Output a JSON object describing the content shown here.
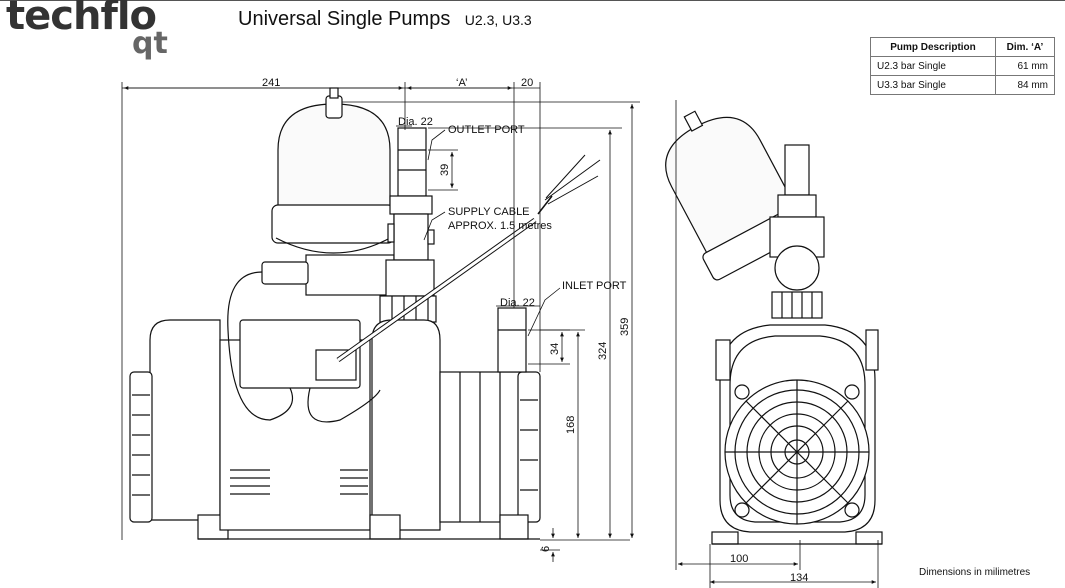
{
  "brand": {
    "name": "techflo",
    "sub": "qt"
  },
  "title": {
    "main": "Universal Single Pumps",
    "models": "U2.3, U3.3"
  },
  "table": {
    "headers": [
      "Pump Description",
      "Dim. ‘A’"
    ],
    "rows": [
      {
        "desc": "U2.3 bar Single",
        "dim": "61 mm"
      },
      {
        "desc": "U3.3 bar Single",
        "dim": "84 mm"
      }
    ]
  },
  "labels": {
    "outlet_port": "OUTLET PORT",
    "supply_cable": "SUPPLY CABLE",
    "approx": "APPROX. 1.5 metres",
    "inlet_port": "INLET PORT",
    "dia_outlet": "Dia. 22",
    "dia_inlet": "Dia. 22"
  },
  "dimensions": {
    "d241": "241",
    "dA": "‘A’",
    "d20": "20",
    "d39": "39",
    "d34": "34",
    "d168": "168",
    "d324": "324",
    "d359": "359",
    "d6": "6",
    "d100": "100",
    "d134": "134"
  },
  "footnote": "Dimensions in milimetres"
}
